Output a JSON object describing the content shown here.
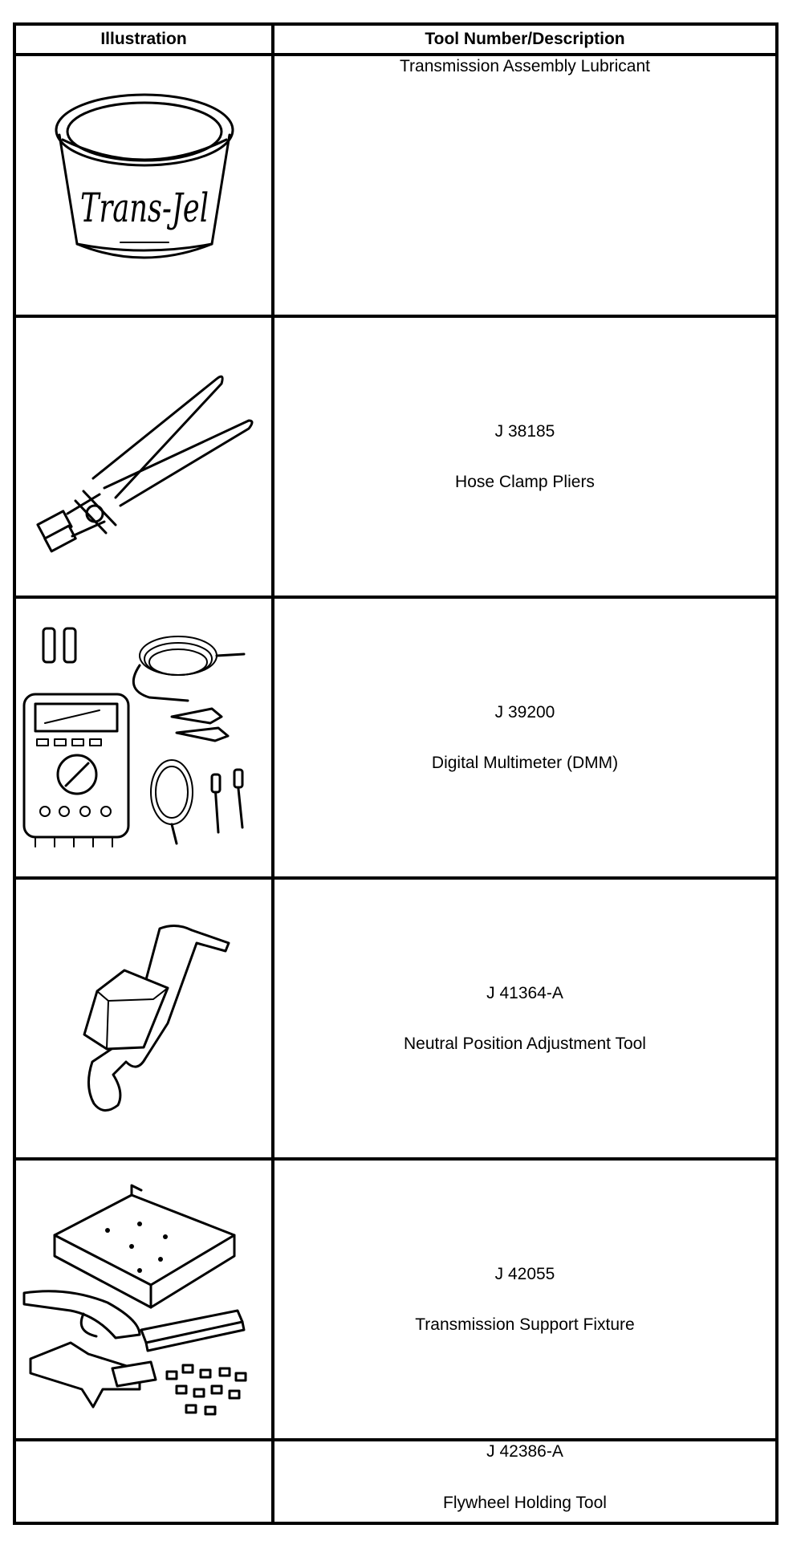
{
  "table": {
    "headers": {
      "illustration": "Illustration",
      "description": "Tool Number/Description"
    },
    "rows": [
      {
        "number": "",
        "description": "Transmission Assembly Lubricant",
        "illustration_icon": "lubricant-tub-icon",
        "tub_label": "Trans-Jel"
      },
      {
        "number": "J 38185",
        "description": "Hose Clamp Pliers",
        "illustration_icon": "hose-clamp-pliers-icon"
      },
      {
        "number": "J 39200",
        "description": "Digital Multimeter (DMM)",
        "illustration_icon": "digital-multimeter-icon"
      },
      {
        "number": "J 41364-A",
        "description": "Neutral Position Adjustment Tool",
        "illustration_icon": "neutral-position-tool-icon"
      },
      {
        "number": "J 42055",
        "description": "Transmission Support Fixture",
        "illustration_icon": "support-fixture-icon"
      },
      {
        "number": "J 42386-A",
        "description": "Flywheel Holding Tool",
        "illustration_icon": ""
      }
    ]
  }
}
